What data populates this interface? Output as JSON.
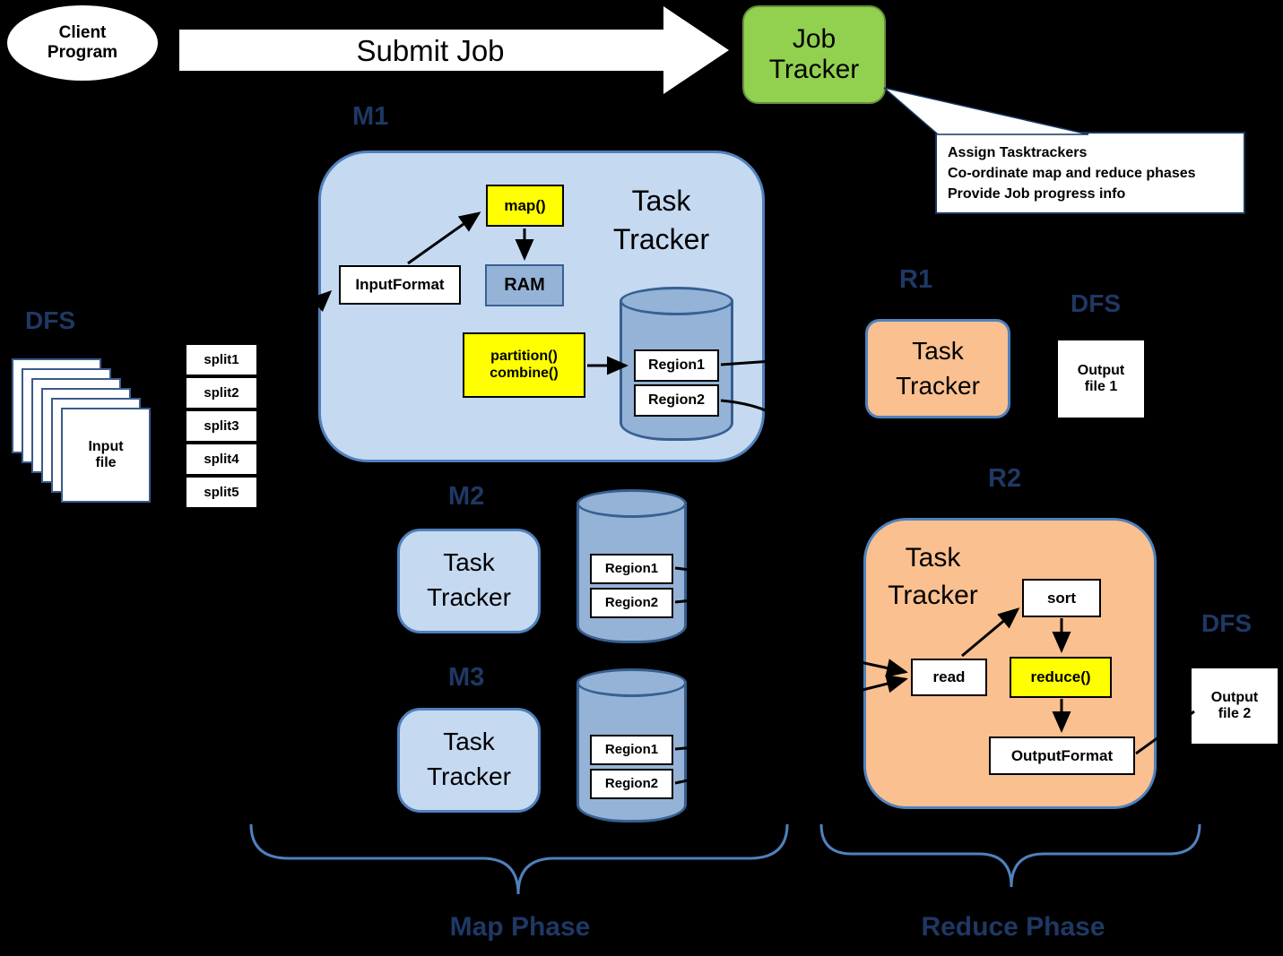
{
  "colors": {
    "background": "#000000",
    "map_tracker_fill": "#C5D9F1",
    "reduce_tracker_fill": "#FAC090",
    "job_tracker_fill": "#92D050",
    "highlight_yellow": "#FFFF00",
    "cylinder_fill": "#95B3D7",
    "cylinder_border": "#376092",
    "box_border_blue": "#4F81BD",
    "label_navy": "#1F3864",
    "brace_blue": "#4F81BD"
  },
  "client_program": {
    "line1": "Client",
    "line2": "Program"
  },
  "submit_job_label": "Submit Job",
  "job_tracker": {
    "line1": "Job",
    "line2": "Tracker"
  },
  "callout": {
    "lines": [
      "Assign Tasktrackers",
      "Co-ordinate map and reduce phases",
      "Provide Job progress info"
    ]
  },
  "labels": {
    "m1": "M1",
    "m2": "M2",
    "m3": "M3",
    "r1": "R1",
    "r2": "R2",
    "dfs_left": "DFS",
    "dfs_right_top": "DFS",
    "dfs_right_bottom": "DFS",
    "map_phase": "Map Phase",
    "reduce_phase": "Reduce Phase"
  },
  "task_tracker": {
    "line1": "Task",
    "line2": "Tracker"
  },
  "dfs": {
    "input_file": {
      "line1": "Input",
      "line2": "file"
    },
    "splits": [
      "split1",
      "split2",
      "split3",
      "split4",
      "split5"
    ]
  },
  "m1": {
    "map": "map()",
    "input_format": "InputFormat",
    "ram": "RAM",
    "partition": "partition()",
    "combine": "combine()",
    "region1": "Region1",
    "region2": "Region2"
  },
  "m2": {
    "region1": "Region1",
    "region2": "Region2"
  },
  "m3": {
    "region1": "Region1",
    "region2": "Region2"
  },
  "r1": {
    "output_file": {
      "line1": "Output",
      "line2": "file 1"
    }
  },
  "r2": {
    "sort": "sort",
    "read": "read",
    "reduce": "reduce()",
    "output_format": "OutputFormat",
    "output_file": {
      "line1": "Output",
      "line2": "file 2"
    }
  }
}
